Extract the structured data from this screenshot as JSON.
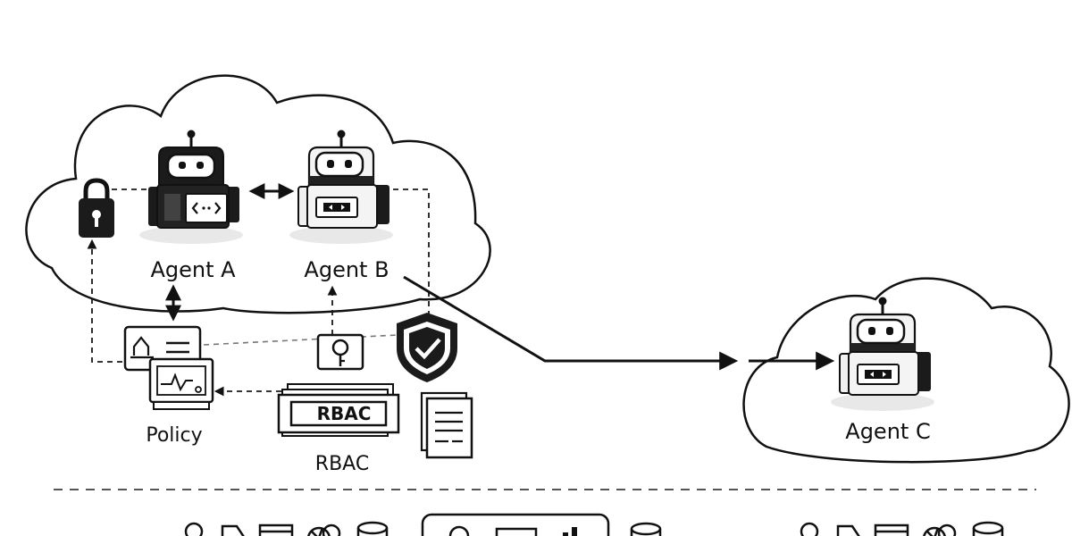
{
  "labels": {
    "agent_a": "Agent A",
    "agent_b": "Agent B",
    "agent_c": "Agent C",
    "policy": "Policy",
    "rbac_card": "RBAC",
    "rbac_caption": "RBAC"
  },
  "colors": {
    "ink": "#111111",
    "line": "#1a1a1a",
    "dash": "#333333",
    "shadow": "#e6e6e6",
    "background": "#ffffff"
  },
  "icons": [
    "lock-icon",
    "policy-document-icon",
    "monitor-icon",
    "key-badge-icon",
    "shield-check-icon",
    "document-icon",
    "robot-icon",
    "location-pin-icon",
    "tag-icon",
    "window-icon",
    "gears-icon",
    "database-icon"
  ]
}
